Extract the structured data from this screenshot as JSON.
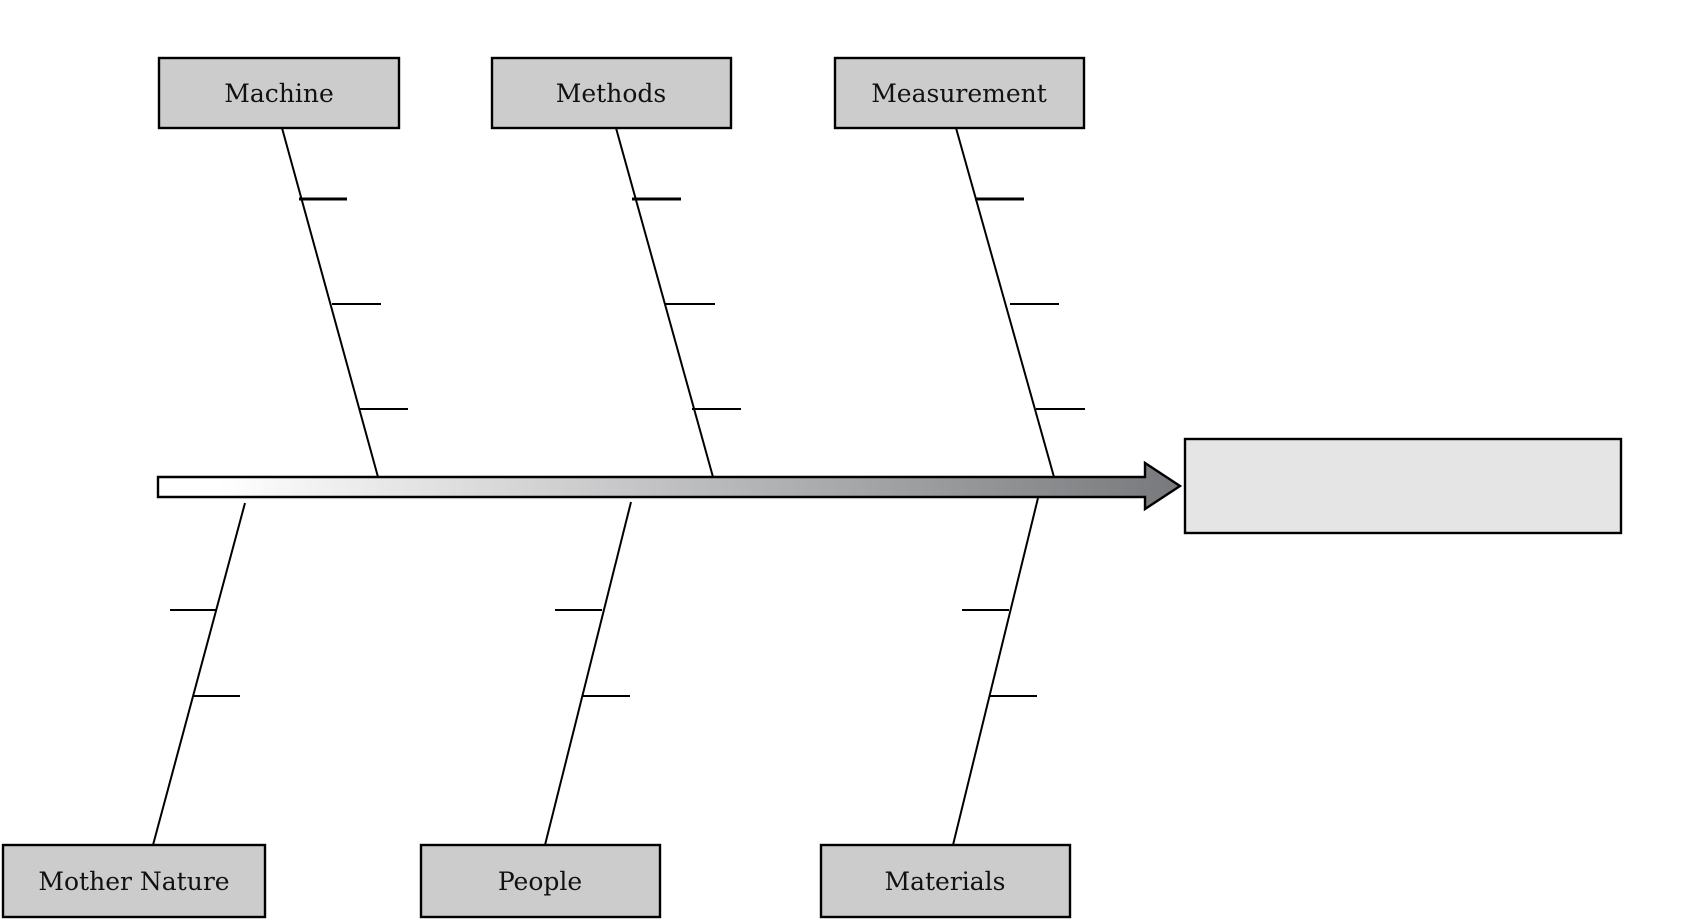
{
  "diagram": {
    "type": "fishbone",
    "title": "",
    "effect": {
      "label": ""
    },
    "categories": [
      {
        "id": "machine",
        "label": "Machine",
        "side": "top",
        "causes": [
          "",
          "",
          ""
        ]
      },
      {
        "id": "methods",
        "label": "Methods",
        "side": "top",
        "causes": [
          "",
          "",
          ""
        ]
      },
      {
        "id": "measurement",
        "label": "Measurement",
        "side": "top",
        "causes": [
          "",
          "",
          ""
        ]
      },
      {
        "id": "mother-nature",
        "label": "Mother Nature",
        "side": "bottom",
        "causes": [
          "",
          ""
        ]
      },
      {
        "id": "people",
        "label": "People",
        "side": "bottom",
        "causes": [
          "",
          ""
        ]
      },
      {
        "id": "materials",
        "label": "Materials",
        "side": "bottom",
        "causes": [
          "",
          ""
        ]
      }
    ],
    "colors": {
      "category_fill": "#cccccc",
      "effect_fill": "#e5e5e5",
      "spine_start": "#ffffff",
      "spine_end": "#78797c",
      "stroke": "#000000"
    }
  }
}
